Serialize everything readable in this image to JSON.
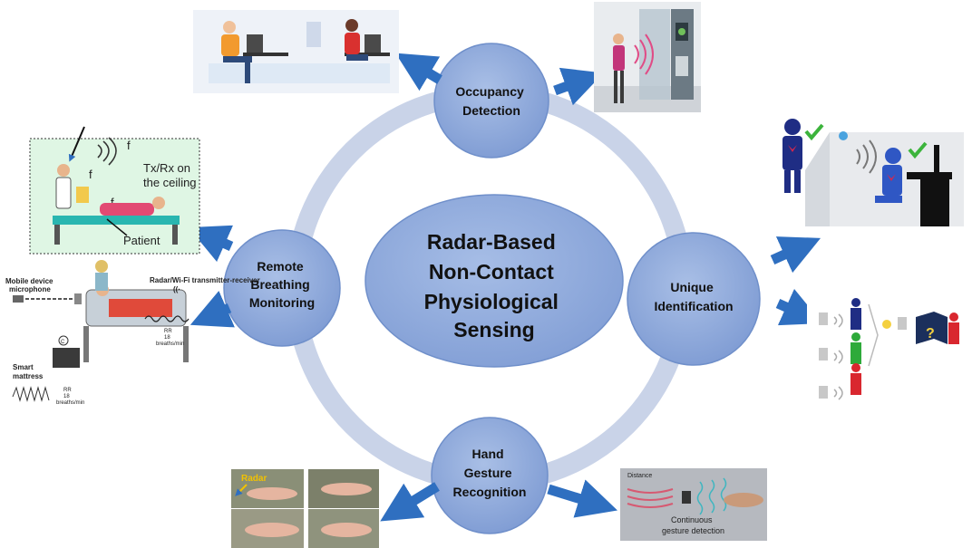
{
  "colors": {
    "ring": "#c9d3e8",
    "node_fill": "#8aa6d9",
    "node_stroke": "#6f8fca",
    "center_fill": "#8aa6d9",
    "arrow": "#2f6fc0"
  },
  "center": {
    "lines": [
      "Radar-Based",
      "Non-Contact",
      "Physiological",
      "Sensing"
    ]
  },
  "nodes": {
    "occupancy": [
      "Occupancy",
      "Detection"
    ],
    "breathing": [
      "Remote",
      "Breathing",
      "Monitoring"
    ],
    "identification": [
      "Unique",
      "Identification"
    ],
    "gesture": [
      "Hand",
      "Gesture",
      "Recognition"
    ]
  },
  "panels": {
    "ceiling": {
      "line1": "Tx/Rx on",
      "line2": "the ceiling",
      "patient": "Patient",
      "f": "f"
    },
    "breathing_setup": {
      "mobile1": "Mobile device",
      "mobile2": "microphone",
      "radar": "Radar/Wi-Fi transmitter-receiver",
      "smart1": "Smart",
      "smart2": "mattress",
      "rr_a": "RR",
      "rr_b": "18",
      "rr_c": "breaths/min",
      "marker_c": "C"
    },
    "gesture_photo": {
      "radar_label": "Radar"
    },
    "gesture_sim": {
      "distance": "Distance",
      "caption1": "Continuous",
      "caption2": "gesture detection"
    },
    "identification_scene": {
      "question": "?"
    }
  }
}
